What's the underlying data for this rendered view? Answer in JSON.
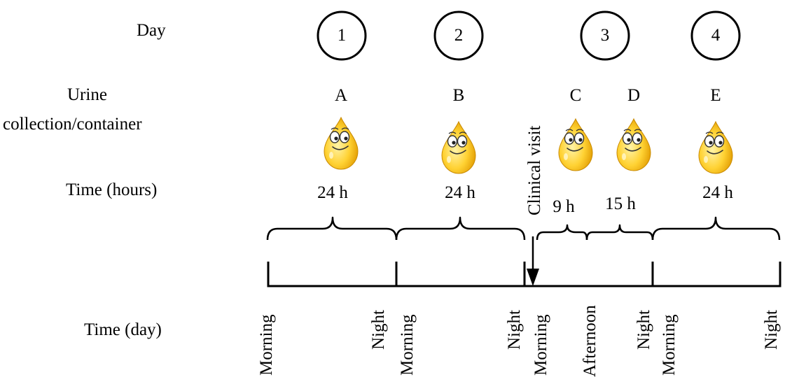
{
  "row_labels": {
    "day": "Day",
    "urine_line1": "Urine",
    "urine_line2": "collection/container",
    "time_hours": "Time (hours)",
    "time_day": "Time (day)"
  },
  "days": [
    "1",
    "2",
    "3",
    "4"
  ],
  "collections": [
    "A",
    "B",
    "C",
    "D",
    "E"
  ],
  "durations": [
    "24 h",
    "24 h",
    "9 h",
    "15 h",
    "24 h"
  ],
  "clinical_visit": "Clinical visit",
  "time_of_day": [
    "Morning",
    "Night",
    "Morning",
    "Night",
    "Morning",
    "Afternoon",
    "Night",
    "Morning",
    "Night"
  ],
  "colors": {
    "line": "#000000",
    "drop_light": "#ffe27a",
    "drop_dark": "#e8a800"
  },
  "icon": "urine-drop-face-icon"
}
